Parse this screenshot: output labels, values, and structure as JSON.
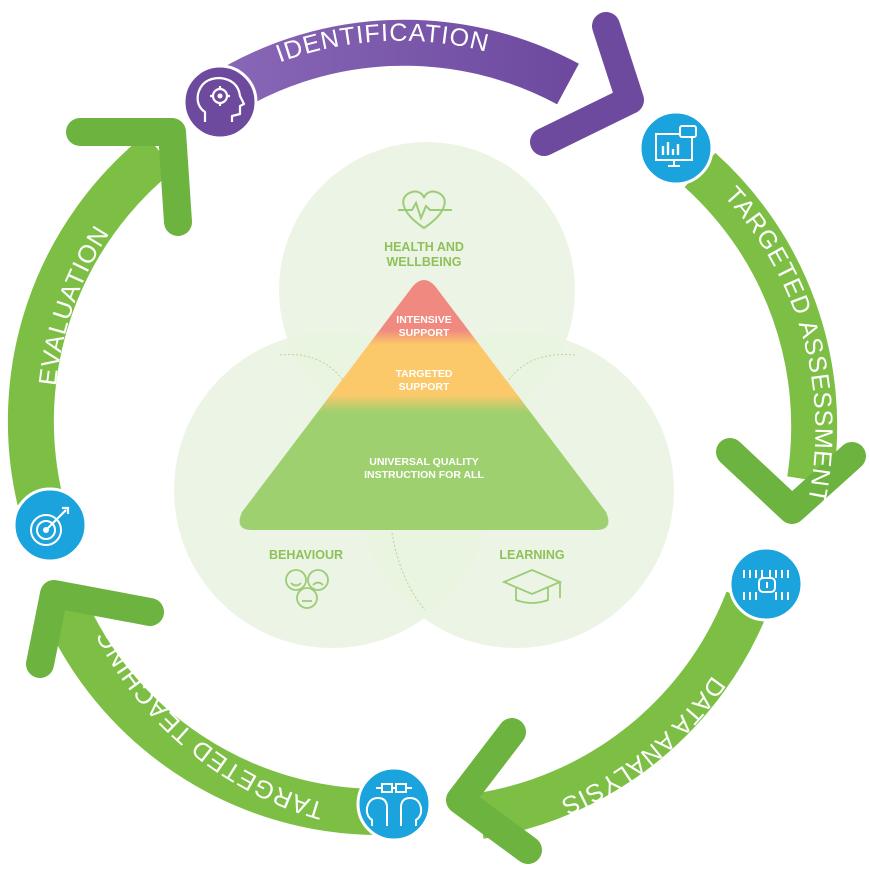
{
  "cycle": {
    "stages": [
      {
        "label": "IDENTIFICATION",
        "icon": "head-gear-icon",
        "color": "#7450a3"
      },
      {
        "label": "TARGETED ASSESSMENT",
        "icon": "monitor-chart-icon",
        "color": "#7dbf45"
      },
      {
        "label": "DATA ANALYSIS",
        "icon": "binary-data-icon",
        "color": "#7dbf45"
      },
      {
        "label": "TARGETED TEACHING",
        "icon": "people-connect-icon",
        "color": "#7dbf45"
      },
      {
        "label": "EVALUATION",
        "icon": "target-arrow-icon",
        "color": "#7dbf45"
      }
    ],
    "icon_circle_color": "#1aa3dd"
  },
  "venn": {
    "top": {
      "label_line1": "HEALTH AND",
      "label_line2": "WELLBEING",
      "icon": "heart-pulse-icon"
    },
    "left": {
      "label": "BEHAVIOUR",
      "icon": "faces-icon"
    },
    "right": {
      "label": "LEARNING",
      "icon": "graduation-cap-icon"
    },
    "circle_color": "#e9f3e0"
  },
  "pyramid": {
    "tiers": [
      {
        "line1": "INTENSIVE",
        "line2": "SUPPORT",
        "color": "#f08a80"
      },
      {
        "line1": "TARGETED",
        "line2": "SUPPORT",
        "color": "#fbc96a"
      },
      {
        "line1": "UNIVERSAL QUALITY",
        "line2": "INSTRUCTION FOR ALL",
        "color": "#9fd06f"
      }
    ]
  }
}
